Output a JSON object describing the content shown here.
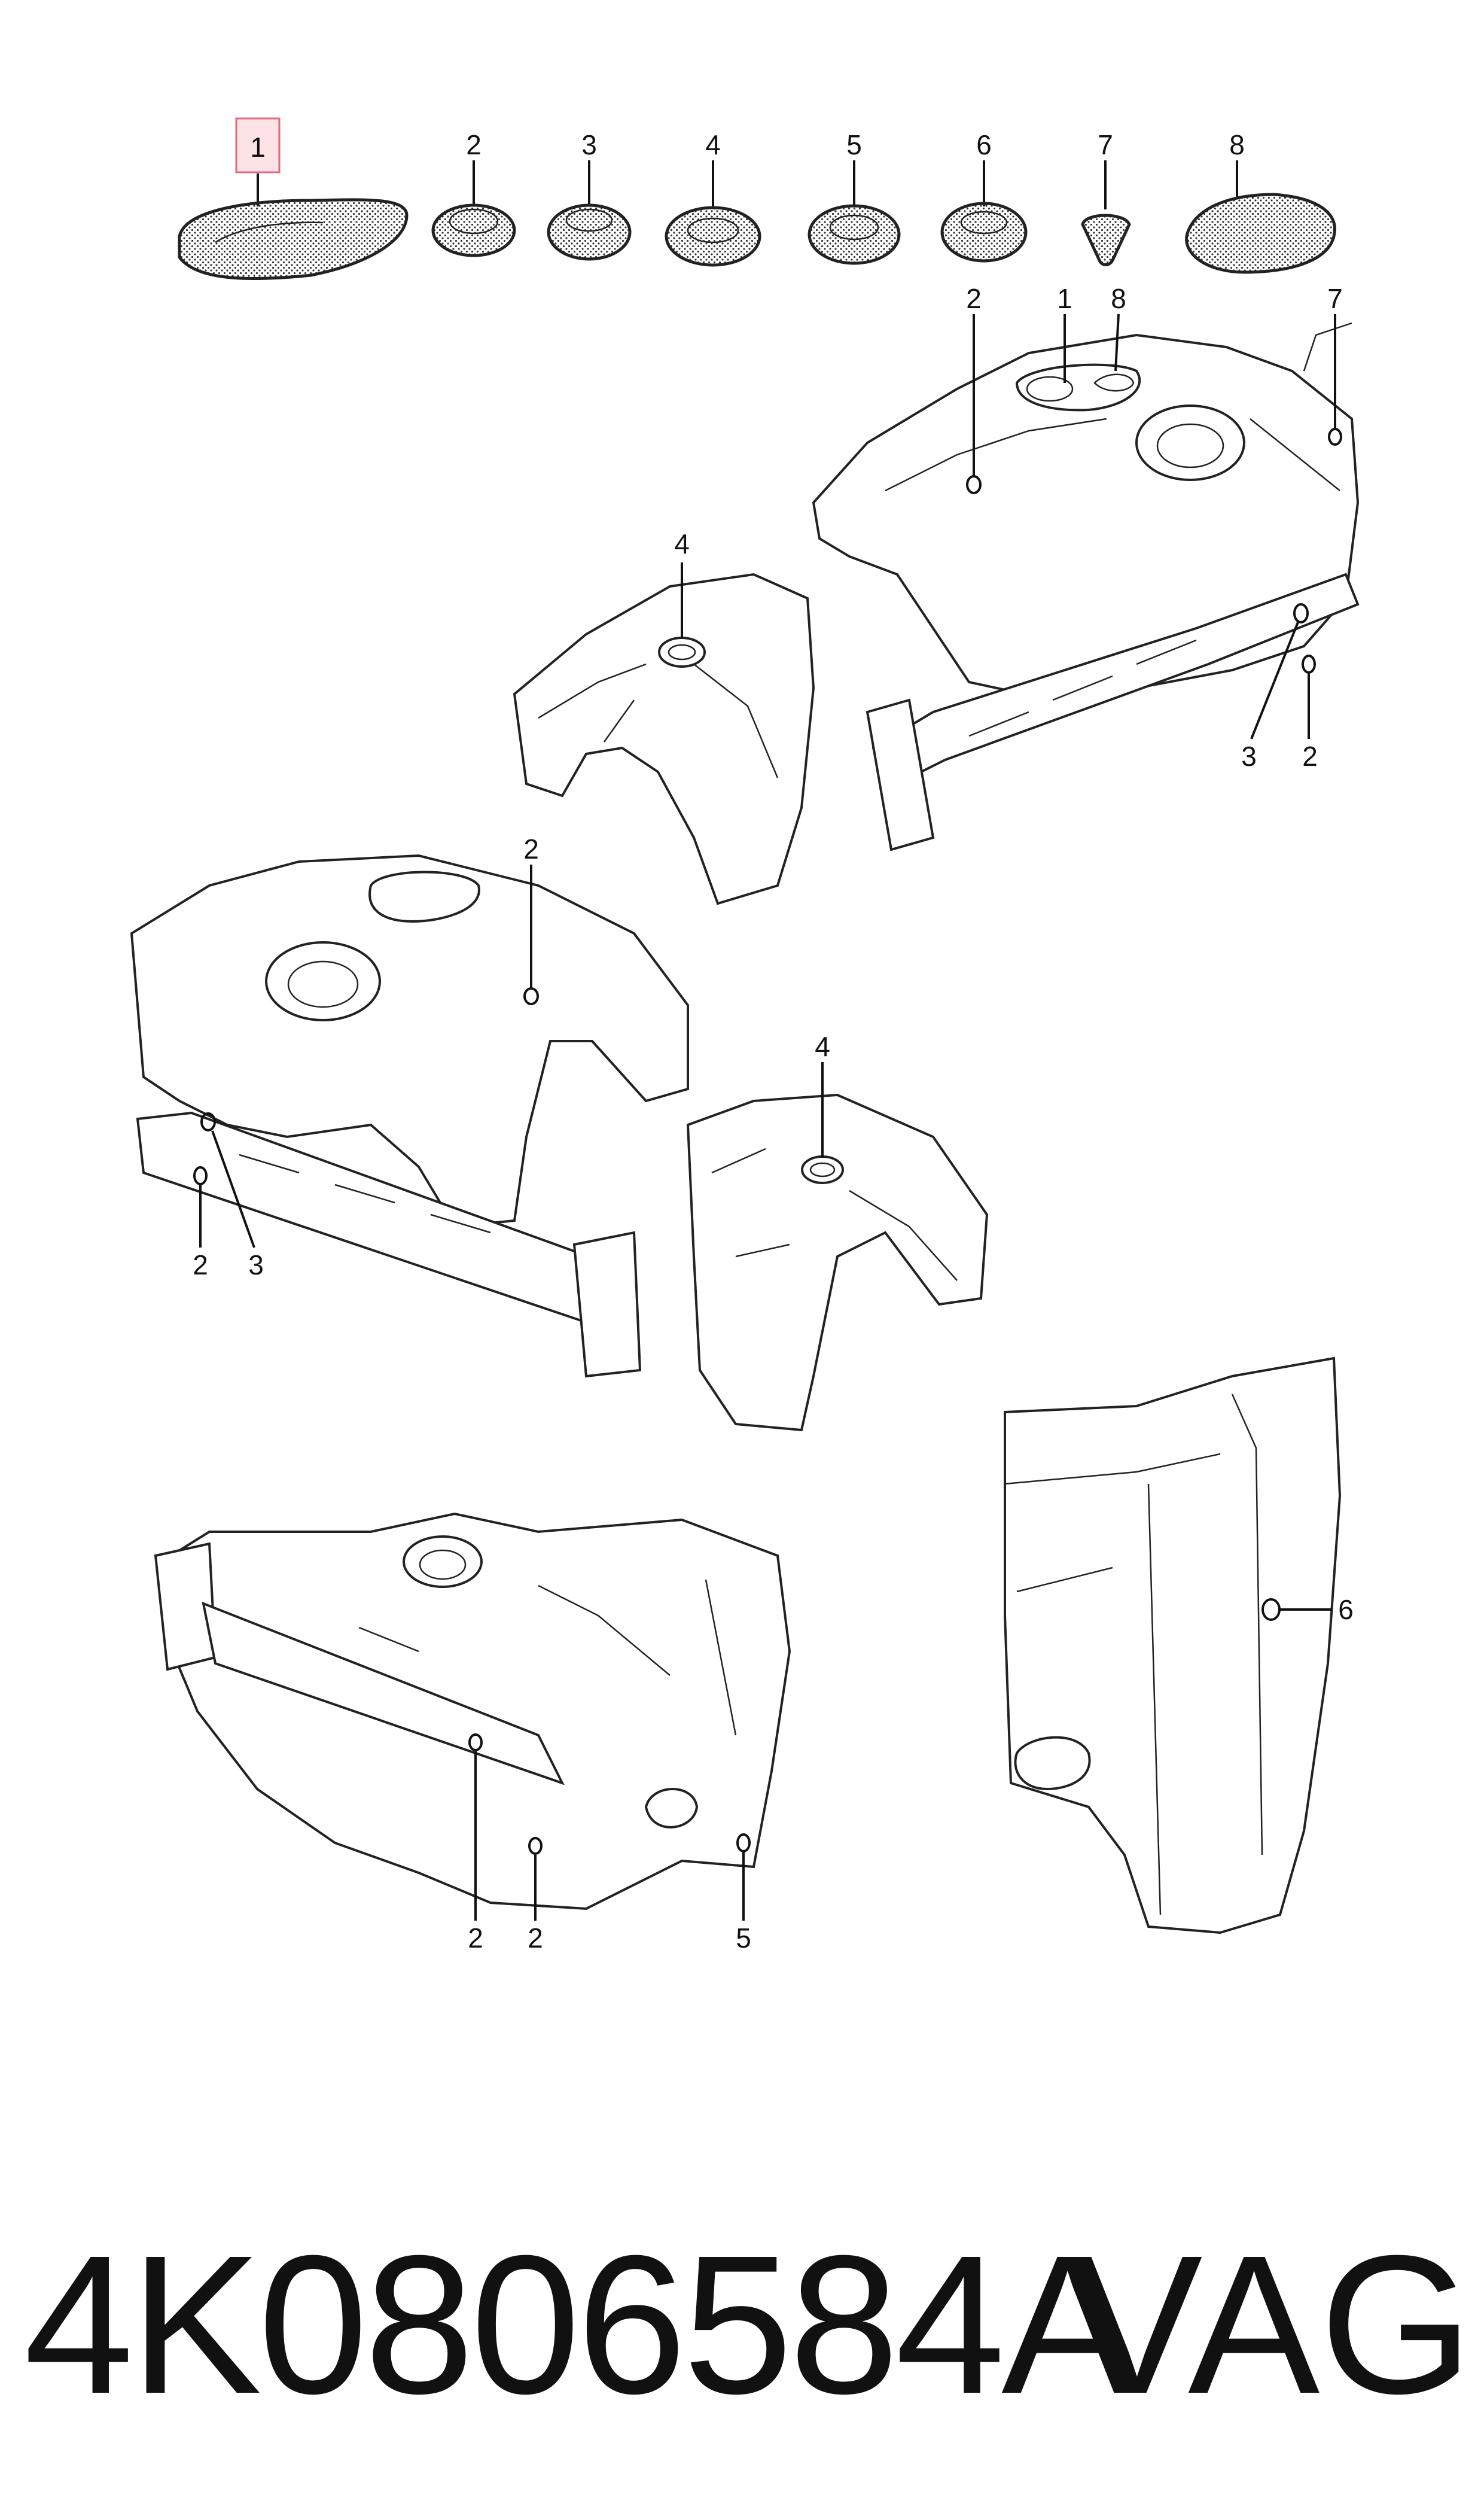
{
  "callouts": {
    "top": [
      "1",
      "2",
      "3",
      "4",
      "5",
      "6",
      "7",
      "8"
    ],
    "view1": {
      "c2": "2",
      "c1": "1",
      "c8": "8",
      "c7": "7",
      "c3": "3",
      "c2b": "2"
    },
    "view2": {
      "c4": "4"
    },
    "view3": {
      "c2": "2",
      "c2b": "2",
      "c3": "3"
    },
    "view4": {
      "c4": "4"
    },
    "view5": {
      "c2a": "2",
      "c2b": "2",
      "c5": "5"
    },
    "view6": {
      "c6": "6"
    }
  },
  "footer": {
    "part_number": "4K0806584A",
    "brand": "VAG"
  },
  "colors": {
    "highlight_fill": "#fde2e6",
    "highlight_stroke": "#e06a7c",
    "line": "#111111"
  }
}
